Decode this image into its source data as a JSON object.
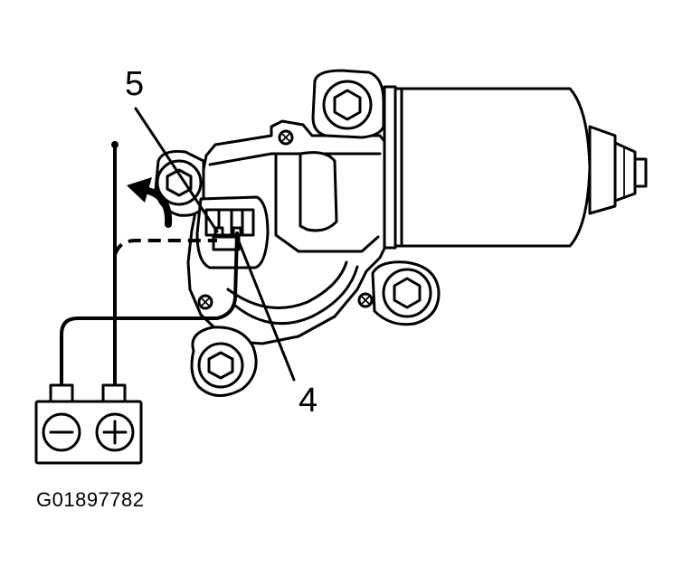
{
  "callouts": {
    "terminal_5": "5",
    "terminal_4": "4"
  },
  "battery": {
    "negative_symbol": "⊖",
    "positive_symbol": "⊕"
  },
  "figure_code": "G01897782",
  "colors": {
    "ink": "#000000",
    "paper": "#ffffff"
  }
}
